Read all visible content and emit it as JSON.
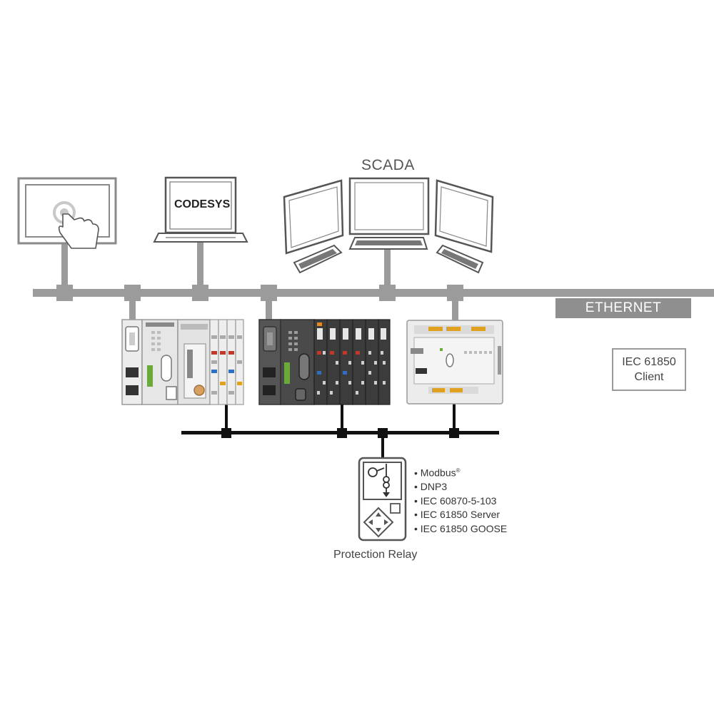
{
  "scada": {
    "title": "SCADA"
  },
  "laptop": {
    "screen_text": "CODESYS"
  },
  "network": {
    "ethernet_label": "ETHERNET"
  },
  "client": {
    "line1": "IEC 61850",
    "line2": "Client"
  },
  "relay": {
    "label": "Protection Relay",
    "protocols": [
      "Modbus",
      "DNP3",
      "IEC 60870-5-103",
      "IEC 61850 Server",
      "IEC 61850 GOOSE"
    ],
    "protocol_mark": "®"
  },
  "icons": {
    "touch": "touch-panel-icon",
    "laptop": "laptop-icon",
    "monitor": "monitor-icon",
    "keyboard": "keyboard-icon",
    "controller": "controller-icon",
    "relay": "protection-relay-icon"
  },
  "colors": {
    "bus": "#9b9b9b",
    "serial_bus": "#111111",
    "ethernet_tag": "#8f8f8f",
    "accent_green": "#6aaa3a"
  }
}
